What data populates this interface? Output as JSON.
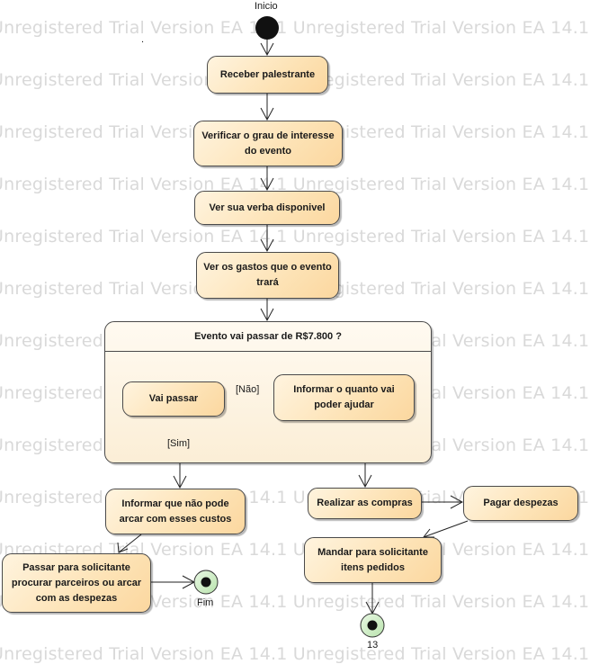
{
  "watermark_text": "Unregistered Trial Version  EA 14.1 Unregistered Trial Version  EA 14.1",
  "nodes": {
    "start_label": "Inicio",
    "receber": "Receber palestrante",
    "verificar": "Verificar o grau de interesse do evento",
    "verba": "Ver sua verba disponivel",
    "gastos": "Ver os gastos que o evento trará",
    "region_title": "Evento vai passar de R$7.800 ?",
    "vai_passar": "Vai passar",
    "informar_quanto": "Informar o quanto vai poder ajudar",
    "informar_nao_pode": "Informar que não pode arcar com esses custos",
    "realizar": "Realizar as compras",
    "pagar": "Pagar despezas",
    "mandar": "Mandar para solicitante itens pedidos",
    "passar": "Passar para solicitante procurar parceiros ou arcar com as despezas",
    "fim_label": "Fim",
    "end2_label": "13"
  },
  "guards": {
    "nao": "[Não]",
    "sim": "[Sim]"
  },
  "stray_mark": "."
}
